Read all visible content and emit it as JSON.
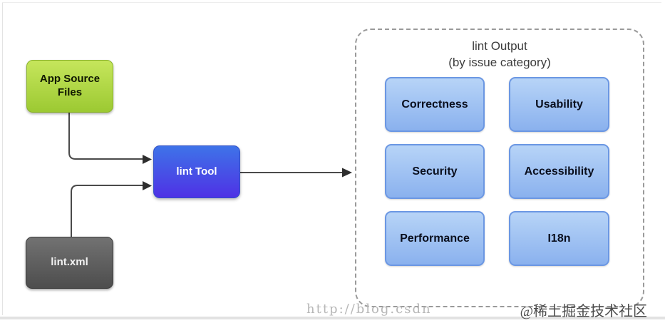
{
  "diagram": {
    "nodes": {
      "app_source_files": {
        "label": "App Source Files"
      },
      "lint_xml": {
        "label": "lint.xml"
      },
      "lint_tool": {
        "label": "lint Tool"
      }
    },
    "output_group": {
      "title_line1": "lint Output",
      "title_line2": "(by issue category)",
      "categories": [
        "Correctness",
        "Usability",
        "Security",
        "Accessibility",
        "Performance",
        "I18n"
      ]
    },
    "colors": {
      "app_source_fill_top": "#c6e65c",
      "app_source_fill_bottom": "#9cc932",
      "lint_xml_fill_top": "#727272",
      "lint_xml_fill_bottom": "#4d4d4d",
      "lint_tool_fill_top": "#3e73e8",
      "lint_tool_fill_bottom": "#4f31e5",
      "category_fill_top": "#b7d4f7",
      "category_fill_bottom": "#8ab1ee",
      "category_border": "#6b97e3",
      "dashed_border": "#9a9a9a",
      "arrow": "#4a4a4a"
    }
  },
  "watermarks": {
    "url_fragment": "http://blog.csdn",
    "community": "@稀土掘金技术社区"
  }
}
